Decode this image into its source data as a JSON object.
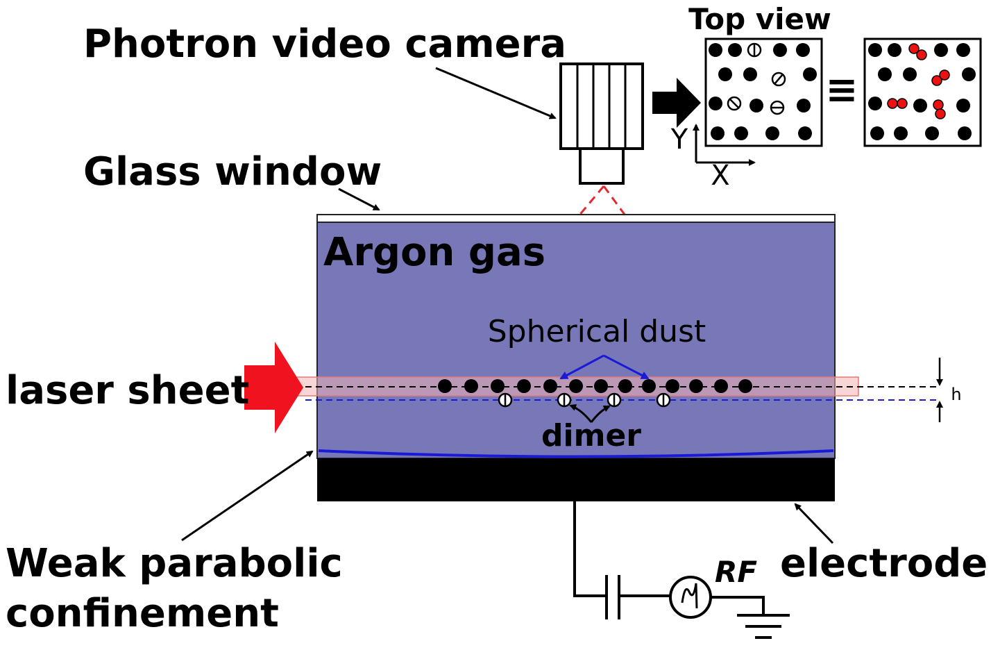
{
  "labels": {
    "camera": "Photron video camera",
    "top_view": "Top view",
    "glass_window": "Glass window",
    "argon_gas": "Argon gas",
    "spherical_dust": "Spherical dust",
    "laser_sheet": "laser sheet",
    "dimer": "dimer",
    "h": "h",
    "weak_line1": "Weak parabolic",
    "weak_line2": "confinement",
    "electrode": "electrode",
    "rf": "RF",
    "axis_x": "X",
    "axis_y": "Y",
    "equivalent": "≡"
  },
  "colors": {
    "chamber": "#7878b8",
    "laser": "#f0121e",
    "laser_band": "#f3b4b4",
    "view_lines": "#e8262a",
    "dust": "#000000",
    "blue": "#1a1ad6",
    "electrode": "#000000",
    "dimer_red": "#ee1111"
  }
}
